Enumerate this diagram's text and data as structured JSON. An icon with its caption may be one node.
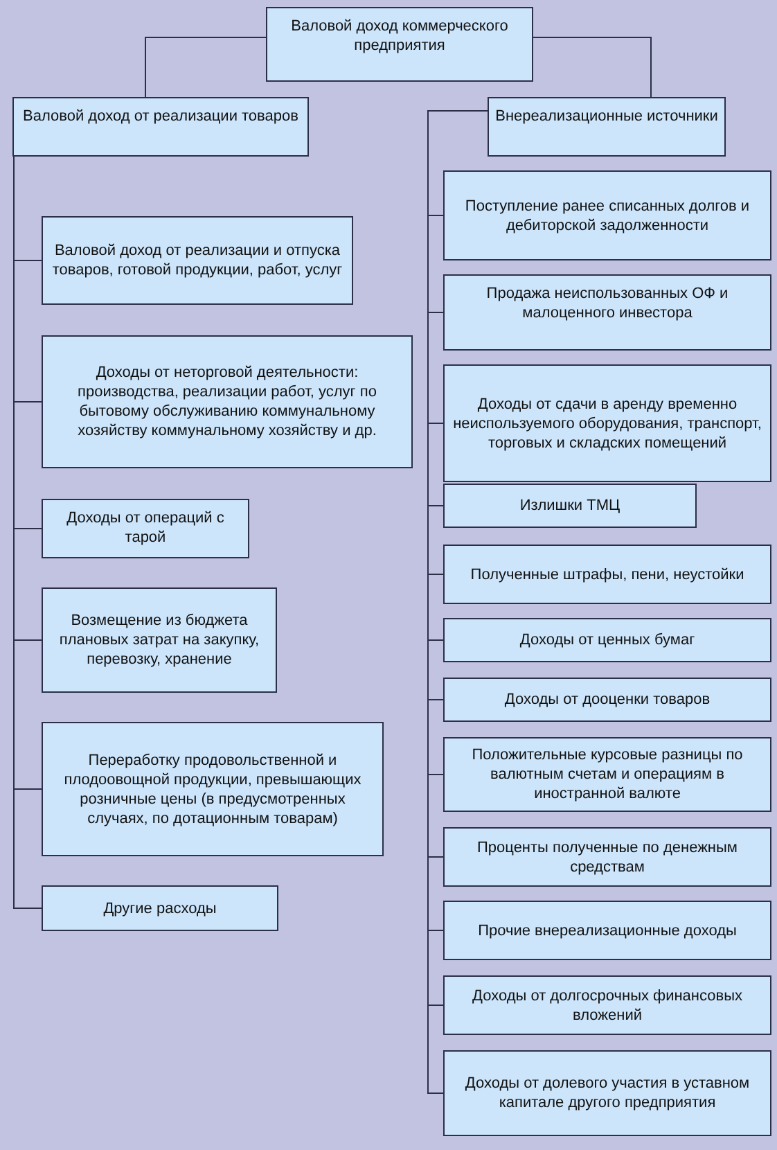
{
  "diagram": {
    "nodes": [
      {
        "text": [
          "Валовой доход коммерческого предприятия"
        ]
      },
      {
        "text": [
          "Валовой доход от реализации товаров"
        ]
      },
      {
        "text": [
          "Внереализационные источники"
        ]
      },
      {
        "text": [
          "Валовой доход от реализации и отпуска товаров, готовой продукции, работ, услуг"
        ]
      },
      {
        "text": [
          "Доходы от неторговой деятельности: производства, реализации работ, услуг по бытовому обслуживанию  коммунальному хозяйству коммунальному хозяйству и др."
        ]
      },
      {
        "text": [
          "Доходы от операций с тарой"
        ]
      },
      {
        "text": [
          "Возмещение из бюджета плановых затрат на закупку, перевозку, хранение"
        ]
      },
      {
        "text": [
          "Переработку продовольственной и плодоовощной продукции, превышающих розничные цены (в предусмотренных случаях, по дотационным товарам)"
        ]
      },
      {
        "text": [
          "Другие расходы"
        ]
      },
      {
        "text": [
          "Поступление ранее списанных долгов и дебиторской задолженности"
        ]
      },
      {
        "text": [
          "Продажа неиспользованных ОФ и малоценного инвестора"
        ]
      },
      {
        "text": [
          "Доходы от сдачи в аренду временно неиспользуемого оборудования, транспорт, торговых и складских помещений"
        ]
      },
      {
        "text": [
          "Излишки ТМЦ"
        ]
      },
      {
        "text": [
          "Полученные штрафы, пени, неустойки"
        ]
      },
      {
        "text": [
          "Доходы от ценных бумаг"
        ]
      },
      {
        "text": [
          "Доходы от дооценки товаров"
        ]
      },
      {
        "text": [
          "Положительные курсовые разницы по валютным счетам и операциям в иностранной валюте"
        ]
      },
      {
        "text": [
          "Проценты полученные по денежным средствам"
        ]
      },
      {
        "text": [
          "Прочие внереализационные доходы"
        ]
      },
      {
        "text": [
          "Доходы от долгосрочных финансовых вложений"
        ]
      },
      {
        "text": [
          "Доходы от долевого участия в уставном капитале другого предприятия"
        ]
      }
    ],
    "edges": [
      {
        "from": 0,
        "to": 1,
        "arrow": "none"
      },
      {
        "from": 0,
        "to": 2,
        "arrow": "none"
      },
      {
        "from": 1,
        "to": 3,
        "arrow": "none"
      },
      {
        "from": 1,
        "to": 4,
        "arrow": "none"
      },
      {
        "from": 1,
        "to": 5,
        "arrow": "none"
      },
      {
        "from": 1,
        "to": 6,
        "arrow": "none"
      },
      {
        "from": 1,
        "to": 7,
        "arrow": "none"
      },
      {
        "from": 1,
        "to": 8,
        "arrow": "none"
      },
      {
        "from": 2,
        "to": 9,
        "arrow": "none"
      },
      {
        "from": 2,
        "to": 10,
        "arrow": "none"
      },
      {
        "from": 2,
        "to": 11,
        "arrow": "none"
      },
      {
        "from": 2,
        "to": 12,
        "arrow": "none"
      },
      {
        "from": 2,
        "to": 13,
        "arrow": "none"
      },
      {
        "from": 2,
        "to": 14,
        "arrow": "none"
      },
      {
        "from": 2,
        "to": 15,
        "arrow": "none"
      },
      {
        "from": 2,
        "to": 16,
        "arrow": "none"
      },
      {
        "from": 2,
        "to": 17,
        "arrow": "none"
      },
      {
        "from": 2,
        "to": 18,
        "arrow": "none"
      },
      {
        "from": 2,
        "to": 19,
        "arrow": "none"
      },
      {
        "from": 2,
        "to": 20,
        "arrow": "none"
      }
    ]
  }
}
